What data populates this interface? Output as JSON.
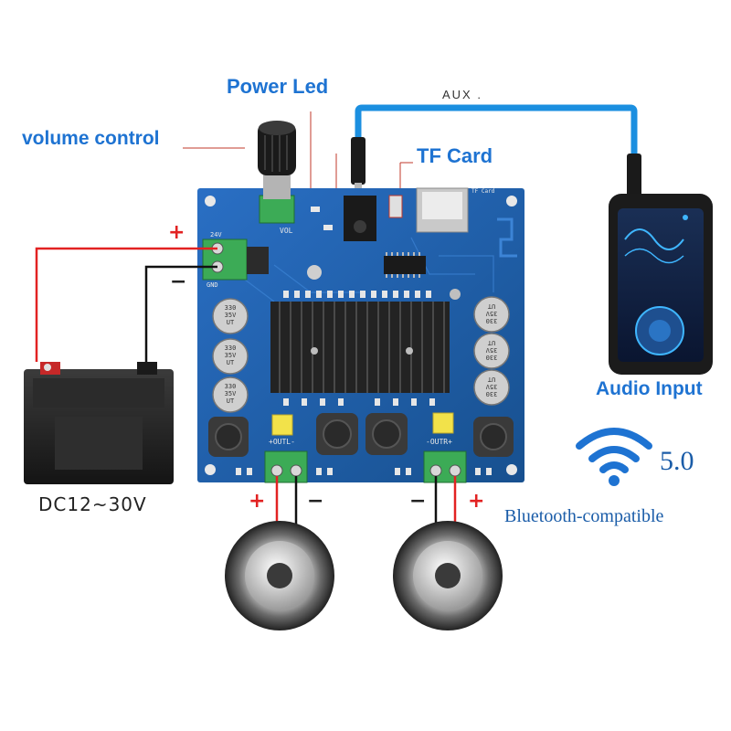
{
  "labels": {
    "power_led": "Power Led",
    "volume_control": "volume control",
    "tf_card": "TF Card",
    "aux": "AUX .",
    "audio_input": "Audio Input",
    "supply": "DC12~30V",
    "bluetooth": "Bluetooth-compatible",
    "bt_version": "5.0"
  },
  "polarity": {
    "plus": "+",
    "minus": "−"
  },
  "board": {
    "vol": "VOL",
    "outl": "+OUTL-",
    "outr": "-OUTR+",
    "gnd": "GND",
    "vin": "24V",
    "tf": "TF Card",
    "cap_lines": [
      "330",
      "35V",
      "UT"
    ]
  },
  "colors": {
    "board": "#1f5fb0",
    "heatsink": "#2a2a2a",
    "cable": "#1b8fe0",
    "accent_blue": "#1e73d2",
    "wire_red": "#e22222"
  }
}
